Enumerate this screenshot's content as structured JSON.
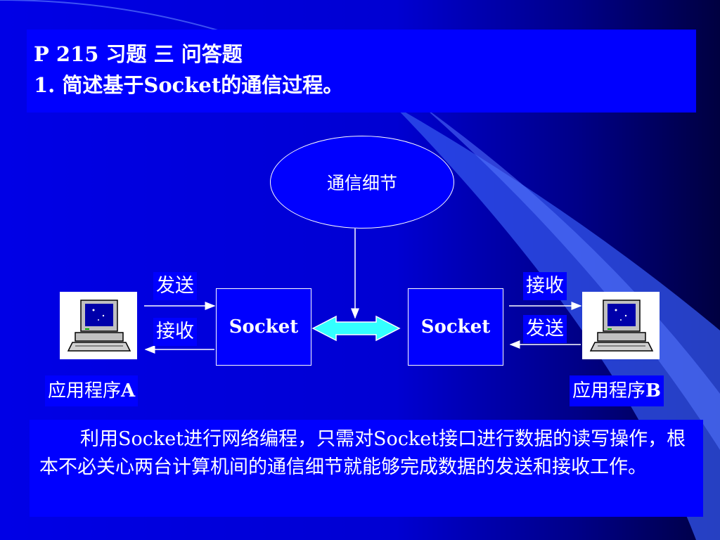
{
  "title": {
    "line1": "P 215  习题  三 问答题",
    "line2": "1. 简述基于Socket的通信过程。"
  },
  "diagram": {
    "ellipse_label": "通信细节",
    "socket_left": "Socket",
    "socket_right": "Socket",
    "left_send": "发送",
    "left_receive": "接收",
    "right_receive": "接收",
    "right_send": "发送",
    "app_a": "应用程序",
    "app_a_suffix": "A",
    "app_b": "应用程序",
    "app_b_suffix": "B"
  },
  "explanation": "利用Socket进行网络编程，只需对Socket接口进行数据的读写操作，根本不必关心两台计算机间的通信细节就能够完成数据的发送和接收工作。",
  "colors": {
    "background": "#0000d2",
    "box_fill": "#0000ff",
    "text": "#ffffff",
    "double_arrow": "#33ffff"
  },
  "icons": [
    "computer-icon",
    "computer-icon"
  ]
}
